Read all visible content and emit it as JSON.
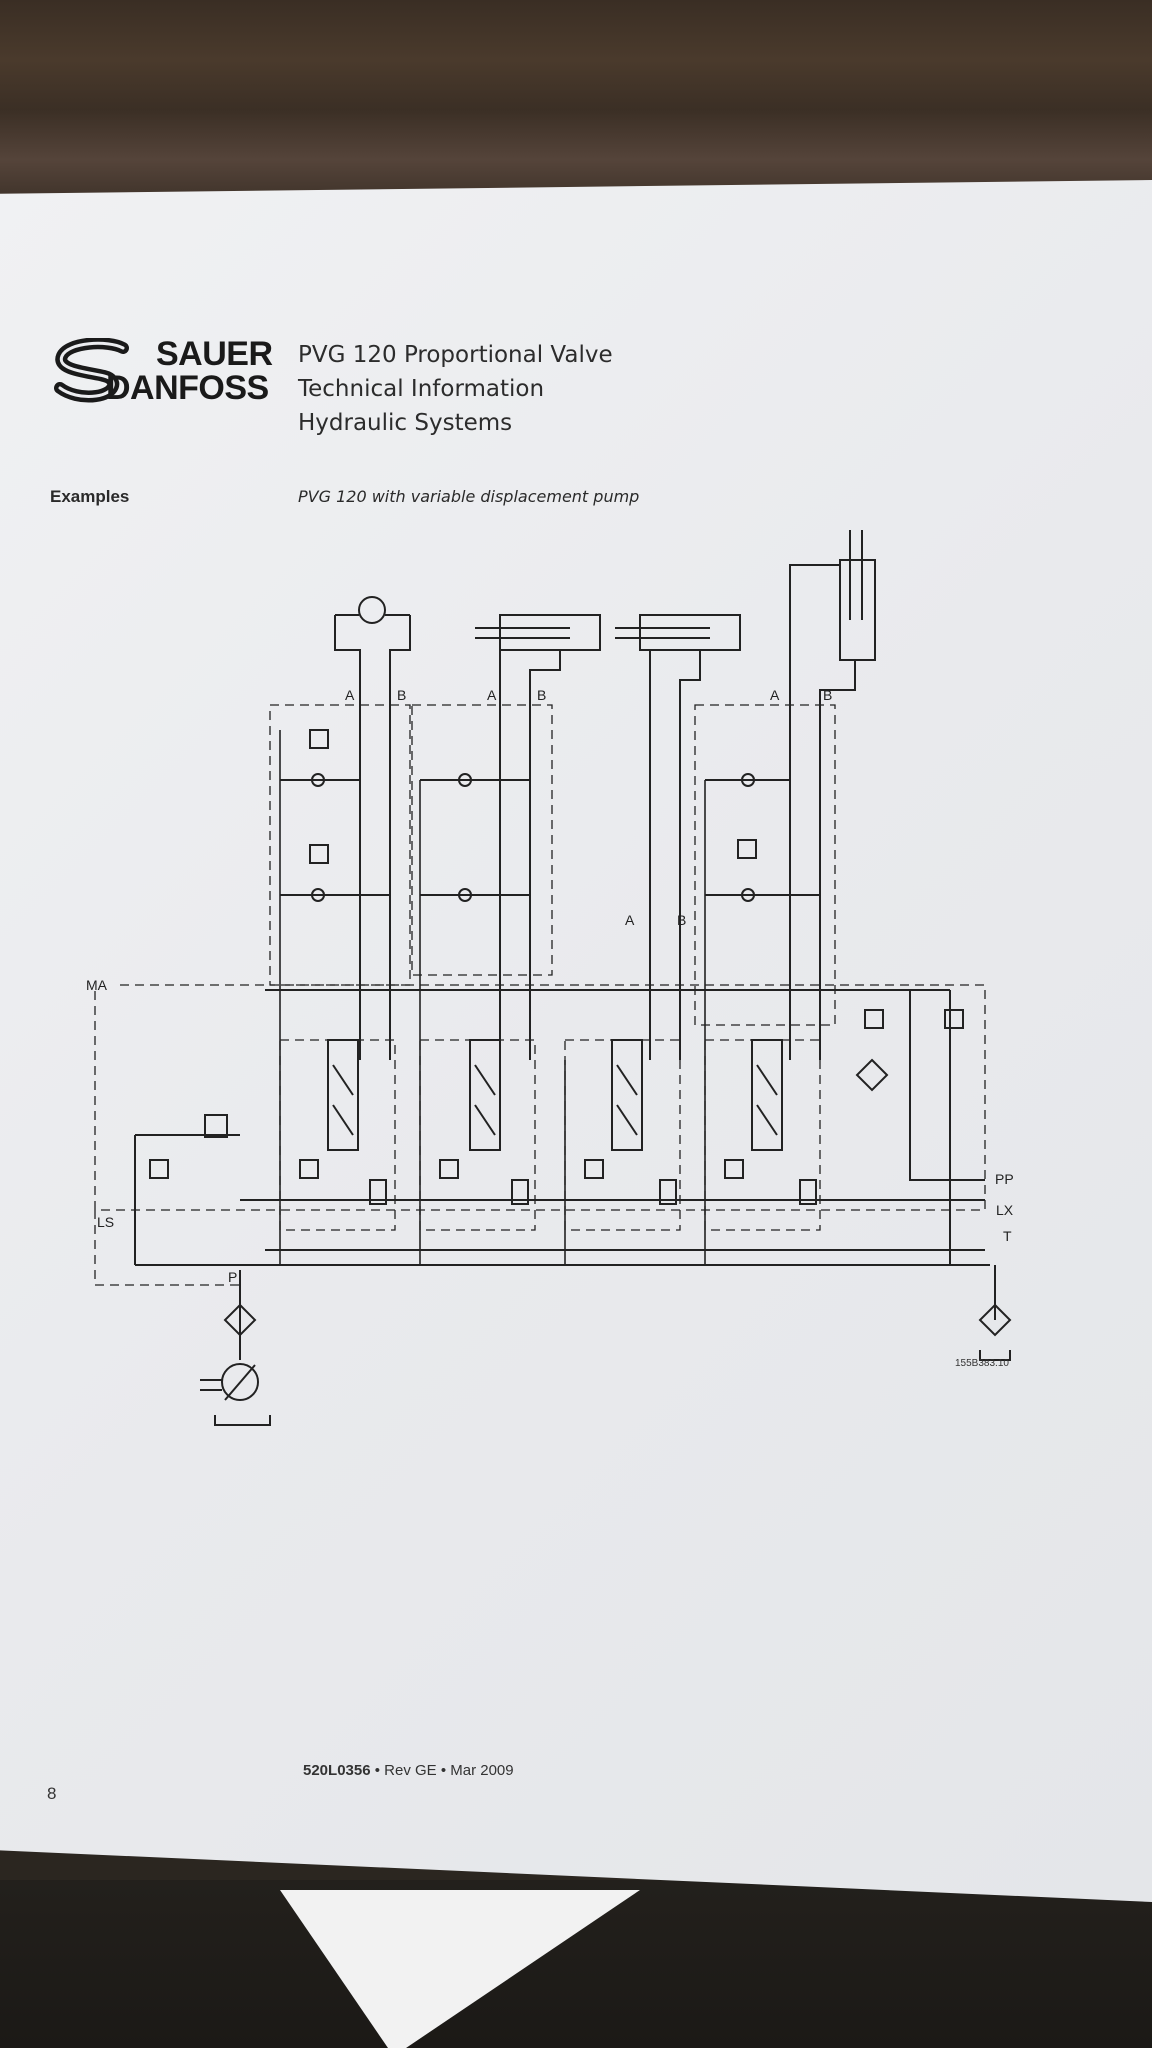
{
  "brand": {
    "line1": "SAUER",
    "line2": "DANFOSS"
  },
  "header": {
    "title": "PVG 120 Proportional Valve",
    "subtitle": "Technical Information",
    "category": "Hydraulic Systems"
  },
  "section": {
    "label": "Examples",
    "caption": "PVG 120 with variable displacement pump"
  },
  "diagram": {
    "port_labels": [
      "A",
      "B",
      "A",
      "B",
      "A",
      "B",
      "A",
      "B"
    ],
    "ma": "MA",
    "ls": "LS",
    "p": "P",
    "pp": "PP",
    "lx": "LX",
    "t": "T",
    "code": "155B383.10"
  },
  "footer": {
    "page_number": "8",
    "doc_id": "520L0356",
    "rev": " • Rev GE • Mar 2009"
  },
  "colors": {
    "paper": "#ebecef",
    "ink": "#222222"
  }
}
